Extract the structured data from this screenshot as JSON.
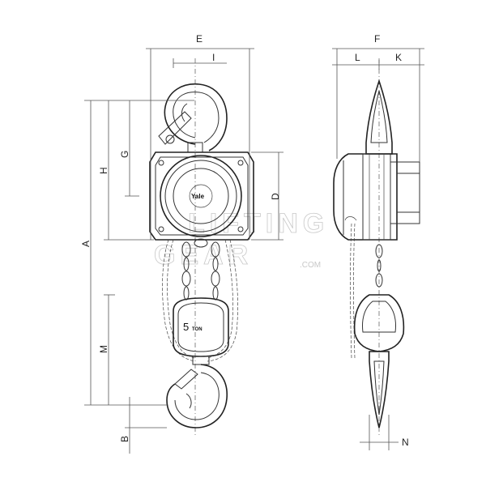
{
  "dimension_labels": {
    "A": "A",
    "B": "B",
    "D": "D",
    "E": "E",
    "F": "F",
    "G": "G",
    "H": "H",
    "I": "I",
    "K": "K",
    "L": "L",
    "M": "M",
    "N": "N"
  },
  "housing_brand": "Yale",
  "bottom_block": {
    "capacity_number": "5",
    "capacity_unit": "TON"
  },
  "watermark": {
    "line1": "LIFTING",
    "line2": "GEAR",
    "suffix": ".COM"
  }
}
